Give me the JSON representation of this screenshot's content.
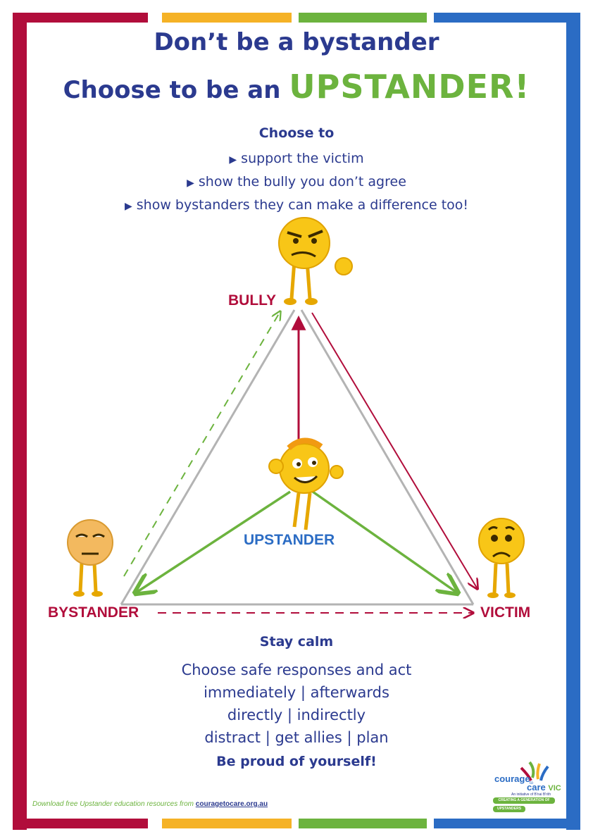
{
  "colors": {
    "red": "#b10d3b",
    "orange": "#f5b226",
    "green": "#6cb33e",
    "blue": "#2b6cc4",
    "navy": "#2b3a8f",
    "gray": "#b3b3b3"
  },
  "headline": {
    "line1": "Don’t be a bystander",
    "line2_prefix": "Choose to be an ",
    "line2_emphasis": "UPSTANDER!"
  },
  "choose": {
    "title": "Choose to",
    "items": [
      "support the victim",
      "show the bully you don’t agree",
      "show bystanders they can make a difference too!"
    ],
    "bullet_icon": "chevron-right-icon"
  },
  "roles": {
    "bully": "BULLY",
    "upstander": "UPSTANDER",
    "bystander": "BYSTANDER",
    "victim": "VICTIM"
  },
  "bottom": {
    "stay_calm": "Stay calm",
    "lines": [
      "Choose safe responses and act",
      "immediately | afterwards",
      "directly | indirectly",
      "distract | get allies | plan"
    ],
    "proud": "Be proud of yourself!"
  },
  "footer": {
    "text": "Download free Upstander education resources from ",
    "link": "couragetocare.org.au"
  },
  "logo": {
    "name_part1": "courage",
    "name_to": "to",
    "name_part2": "care",
    "region": "VIC",
    "tagline": "An initiative of B'nai B'rith",
    "banner1": "CREATING A GENERATION OF",
    "banner2": "UPSTANDERS"
  }
}
